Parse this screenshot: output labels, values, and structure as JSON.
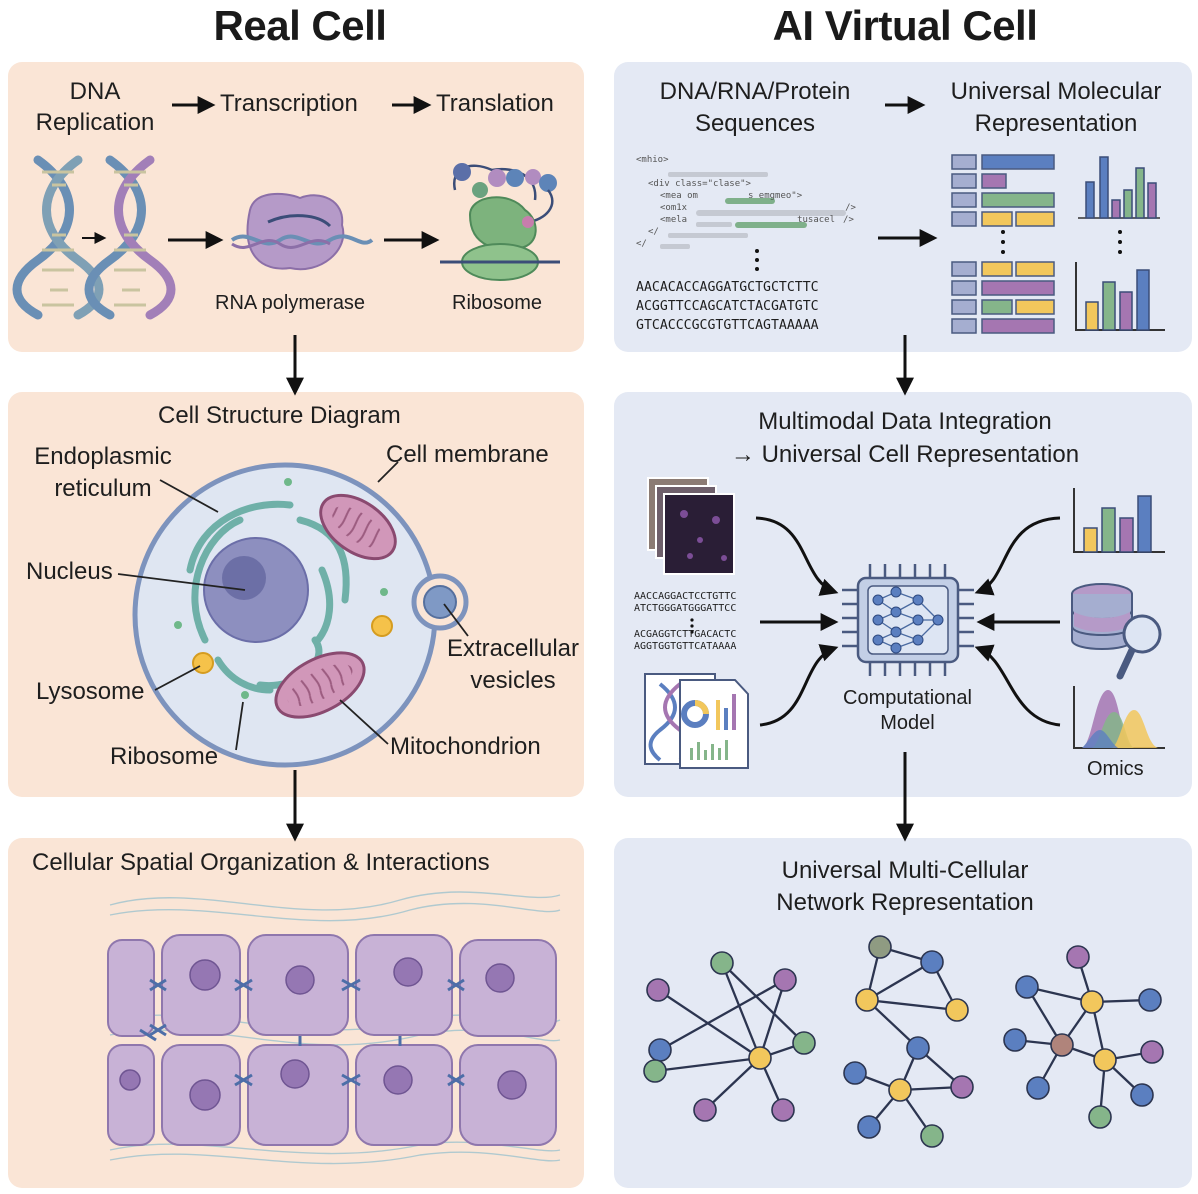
{
  "titles": {
    "left": "Real Cell",
    "right": "AI Virtual Cell"
  },
  "real": {
    "dogma": {
      "step1": "DNA\nReplication",
      "step2": "Transcription",
      "step3": "Translation",
      "polymerase": "RNA polymerase",
      "ribosome": "Ribosome"
    },
    "structure": {
      "heading": "Cell Structure Diagram",
      "er": "Endoplasmic\nreticulum",
      "membrane": "Cell membrane",
      "nucleus": "Nucleus",
      "vesicles": "Extracellular\nvesicles",
      "lysosome": "Lysosome",
      "ribosome": "Ribosome",
      "mito": "Mitochondrion"
    },
    "spatial": {
      "heading": "Cellular Spatial Organization & Interactions"
    }
  },
  "ai": {
    "molecular": {
      "input": "DNA/RNA/Protein\nSequences",
      "output": "Universal Molecular\nRepresentation",
      "code_lines": [
        "<mhio>",
        "<div class=\"clase\">",
        "<mea om",
        "s emgmeo\">",
        "<om1x",
        "/>",
        "<mela",
        "tusacel",
        "/>",
        "</",
        "</"
      ],
      "sequences": [
        "AACACACCAGGATGCTGCTCTTC",
        "ACGGTTCCAGCATCTACGATGTC",
        "GTCACCCGCGTGTTCAGTAAAAA"
      ]
    },
    "integration": {
      "heading": "Multimodal Data Integration\n→ Universal Cell Representation",
      "sequences": [
        "AACCAGGACTCCTGTTC",
        "ATCTGGGATGGGATTCC",
        "ACGAGGTCTTGACACTC",
        "AGGTGGTGTTCATAAAA"
      ],
      "model": "Computational\nModel",
      "omics": "Omics"
    },
    "network": {
      "heading": "Universal Multi-Cellular\nNetwork Representation"
    }
  },
  "colors": {
    "real_panel": "#fae5d6",
    "ai_panel": "#e4e9f4",
    "purple": "#b18cc0",
    "green": "#8fbf8c",
    "blue": "#5d84b8",
    "yellow": "#f2c75c",
    "mauve": "#9c6b8f"
  }
}
